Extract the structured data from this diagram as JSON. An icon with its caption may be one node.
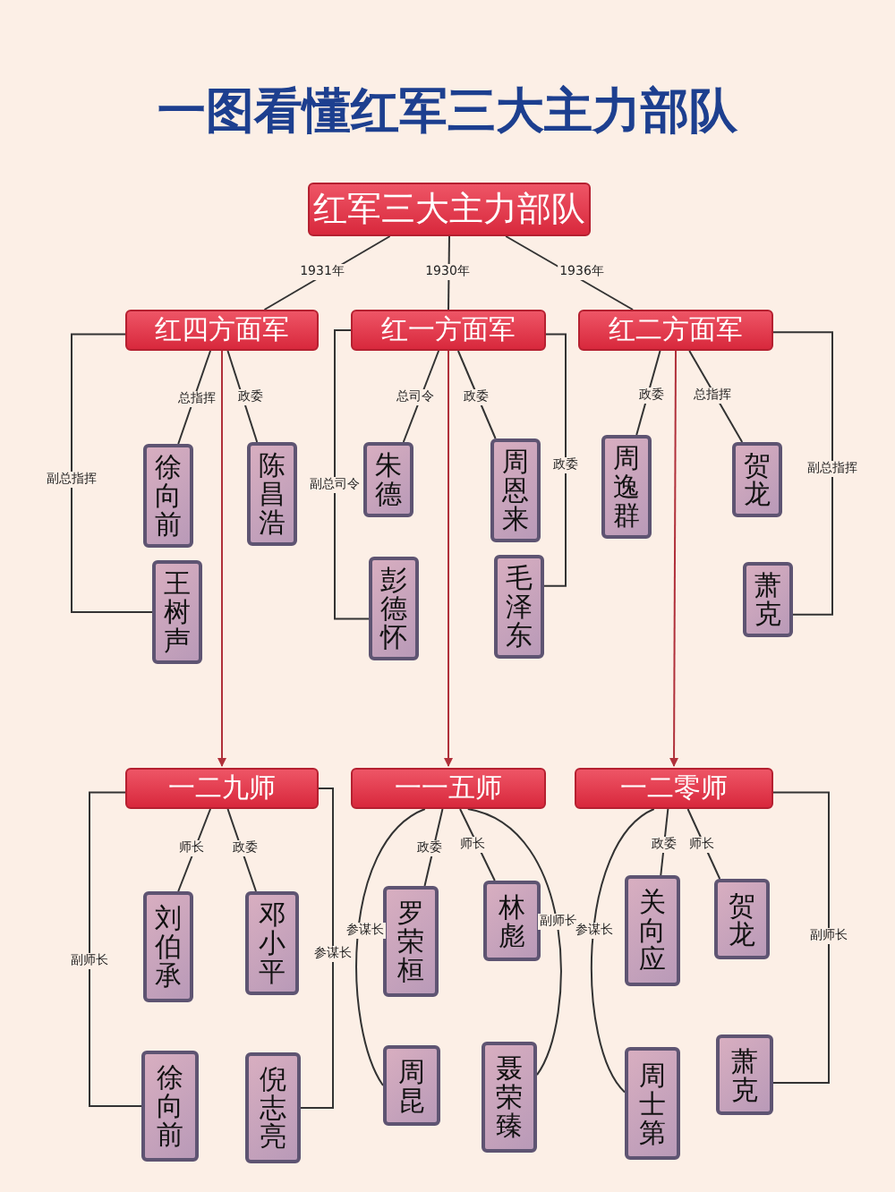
{
  "diagram": {
    "title": "一图看懂红军三大主力部队",
    "nodes": [
      {
        "text": [
          "红军三大主力部队"
        ]
      },
      {
        "text": [
          "红四方面军"
        ]
      },
      {
        "text": [
          "红一方面军"
        ]
      },
      {
        "text": [
          "红二方面军"
        ]
      },
      {
        "text": [
          "徐向前"
        ]
      },
      {
        "text": [
          "陈昌浩"
        ]
      },
      {
        "text": [
          "王树声"
        ]
      },
      {
        "text": [
          "朱德"
        ]
      },
      {
        "text": [
          "彭德怀"
        ]
      },
      {
        "text": [
          "周恩来"
        ]
      },
      {
        "text": [
          "毛泽东"
        ]
      },
      {
        "text": [
          "周逸群"
        ]
      },
      {
        "text": [
          "贺龙"
        ]
      },
      {
        "text": [
          "萧克"
        ]
      },
      {
        "text": [
          "一二九师"
        ]
      },
      {
        "text": [
          "一一五师"
        ]
      },
      {
        "text": [
          "一二零师"
        ]
      },
      {
        "text": [
          "刘伯承"
        ]
      },
      {
        "text": [
          "邓小平"
        ]
      },
      {
        "text": [
          "徐向前"
        ]
      },
      {
        "text": [
          "倪志亮"
        ]
      },
      {
        "text": [
          "罗荣桓"
        ]
      },
      {
        "text": [
          "林彪"
        ]
      },
      {
        "text": [
          "周昆"
        ]
      },
      {
        "text": [
          "聂荣臻"
        ]
      },
      {
        "text": [
          "关向应"
        ]
      },
      {
        "text": [
          "贺龙"
        ]
      },
      {
        "text": [
          "周士第"
        ]
      },
      {
        "text": [
          "萧克"
        ]
      }
    ],
    "edges": [
      {
        "from": 0,
        "to": 1,
        "arrow": "none",
        "label": "1931年"
      },
      {
        "from": 0,
        "to": 2,
        "arrow": "none",
        "label": "1930年"
      },
      {
        "from": 0,
        "to": 3,
        "arrow": "none",
        "label": "1936年"
      },
      {
        "from": 1,
        "to": 4,
        "arrow": "none",
        "label": "总指挥"
      },
      {
        "from": 1,
        "to": 5,
        "arrow": "none",
        "label": "政委"
      },
      {
        "from": 1,
        "to": 6,
        "arrow": "none",
        "label": "副总指挥"
      },
      {
        "from": 2,
        "to": 7,
        "arrow": "none",
        "label": "总司令"
      },
      {
        "from": 2,
        "to": 9,
        "arrow": "none",
        "label": "政委"
      },
      {
        "from": 2,
        "to": 8,
        "arrow": "none",
        "label": "副总司令"
      },
      {
        "from": 2,
        "to": 10,
        "arrow": "none",
        "label": "政委"
      },
      {
        "from": 3,
        "to": 11,
        "arrow": "none",
        "label": "政委"
      },
      {
        "from": 3,
        "to": 12,
        "arrow": "none",
        "label": "总指挥"
      },
      {
        "from": 3,
        "to": 13,
        "arrow": "none",
        "label": "副总指挥"
      },
      {
        "from": 1,
        "to": 14,
        "arrow": "to",
        "color": "#b0303a"
      },
      {
        "from": 2,
        "to": 15,
        "arrow": "to",
        "color": "#b0303a"
      },
      {
        "from": 3,
        "to": 16,
        "arrow": "to",
        "color": "#b0303a"
      },
      {
        "from": 14,
        "to": 17,
        "arrow": "none",
        "label": "师长"
      },
      {
        "from": 14,
        "to": 18,
        "arrow": "none",
        "label": "政委"
      },
      {
        "from": 14,
        "to": 19,
        "arrow": "none",
        "label": "副师长"
      },
      {
        "from": 14,
        "to": 20,
        "arrow": "none",
        "label": "参谋长"
      },
      {
        "from": 15,
        "to": 21,
        "arrow": "none",
        "label": "政委"
      },
      {
        "from": 15,
        "to": 22,
        "arrow": "none",
        "label": "师长"
      },
      {
        "from": 15,
        "to": 23,
        "arrow": "none",
        "label": "参谋长"
      },
      {
        "from": 15,
        "to": 24,
        "arrow": "none",
        "label": "副师长"
      },
      {
        "from": 16,
        "to": 25,
        "arrow": "none",
        "label": "政委"
      },
      {
        "from": 16,
        "to": 26,
        "arrow": "none",
        "label": "师长"
      },
      {
        "from": 16,
        "to": 27,
        "arrow": "none",
        "label": "参谋长"
      },
      {
        "from": 16,
        "to": 28,
        "arrow": "none",
        "label": "副师长"
      }
    ]
  }
}
